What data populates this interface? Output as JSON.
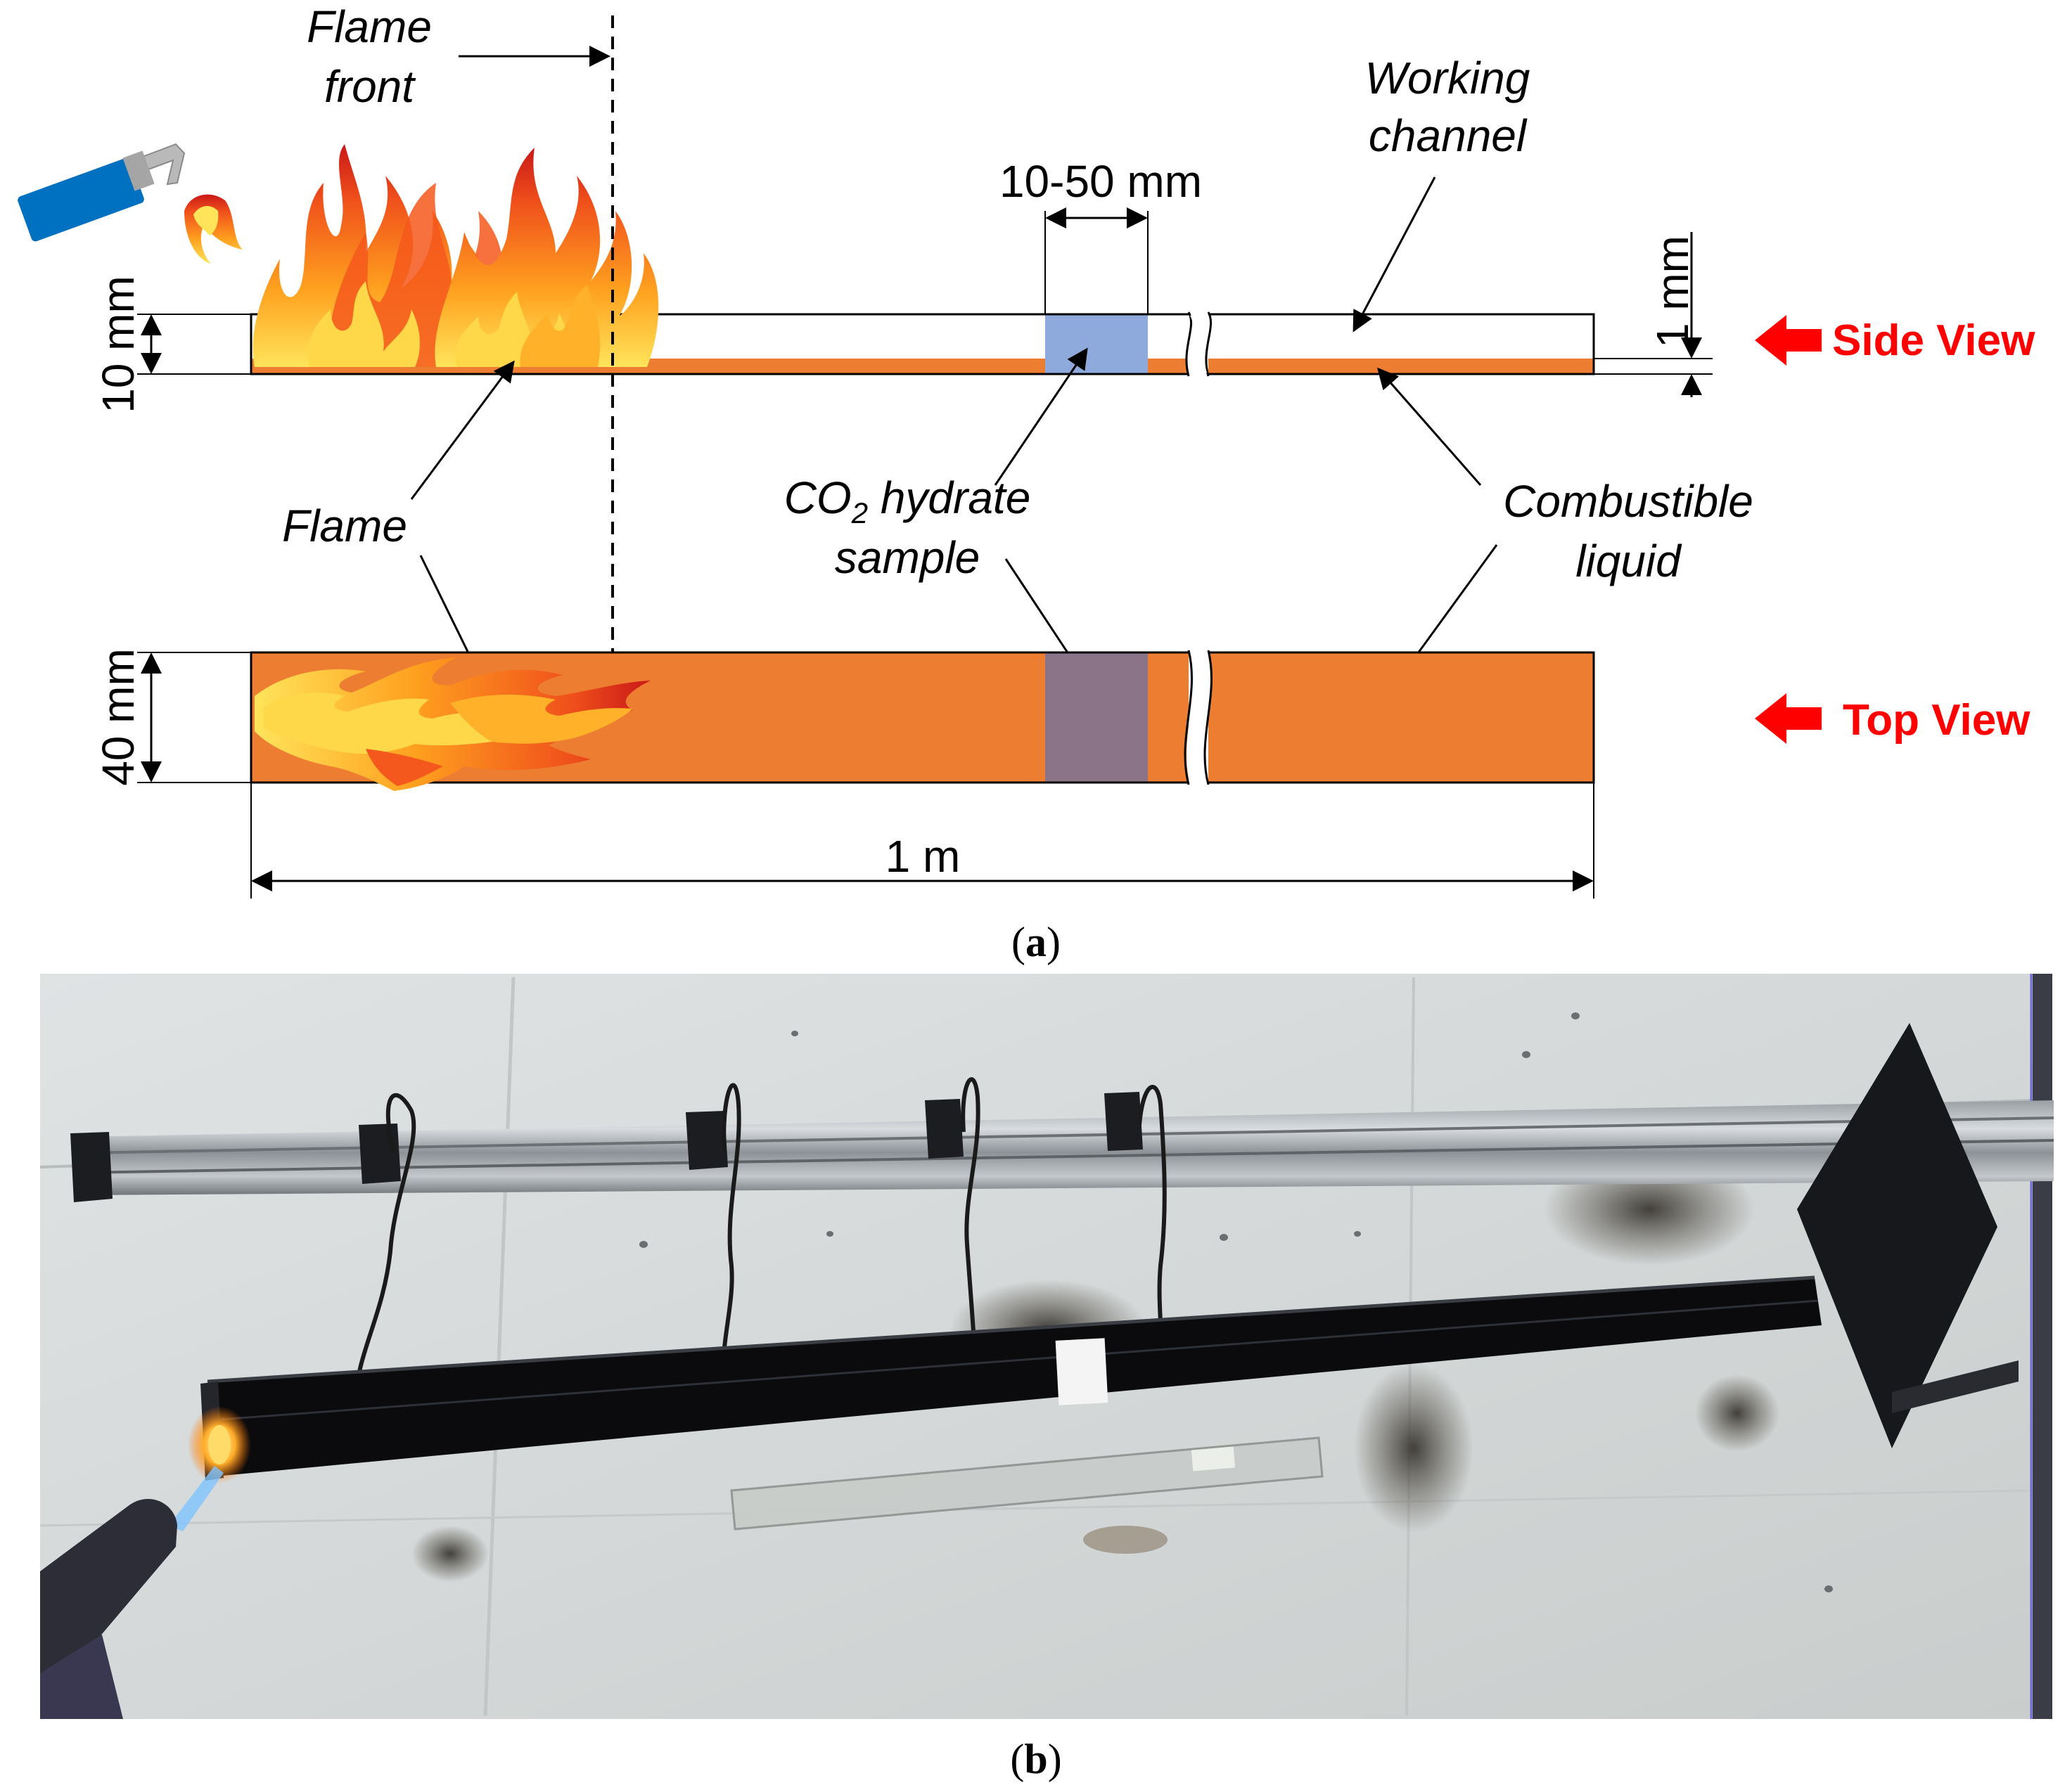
{
  "panel_a": {
    "labels": {
      "flame_front_1": "Flame",
      "flame_front_2": "front",
      "working_channel_1": "Working",
      "working_channel_2": "channel",
      "sample_width": "10-50 mm",
      "channel_height": "10 mm",
      "liquid_depth": "1 mm",
      "side_view": "Side View",
      "top_view": "Top View",
      "flame": "Flame",
      "hydrate_sample_co": "CO",
      "hydrate_sample_sub": "2",
      "hydrate_sample_rest": " hydrate",
      "hydrate_sample_2": "sample",
      "combustible_1": "Combustible",
      "combustible_2": "liquid",
      "channel_width": "40 mm",
      "channel_length": "1 m"
    },
    "caption_open": "(",
    "caption_letter": "a",
    "caption_close": ")"
  },
  "panel_b": {
    "caption_open": "(",
    "caption_letter": "b",
    "caption_close": ")"
  },
  "colors": {
    "combustible_liquid": "#ED7D31",
    "hydrate_side": "#8EA9DB",
    "hydrate_top": "#8B7388",
    "view_label": "#FF0000",
    "torch_body": "#0070C0"
  }
}
